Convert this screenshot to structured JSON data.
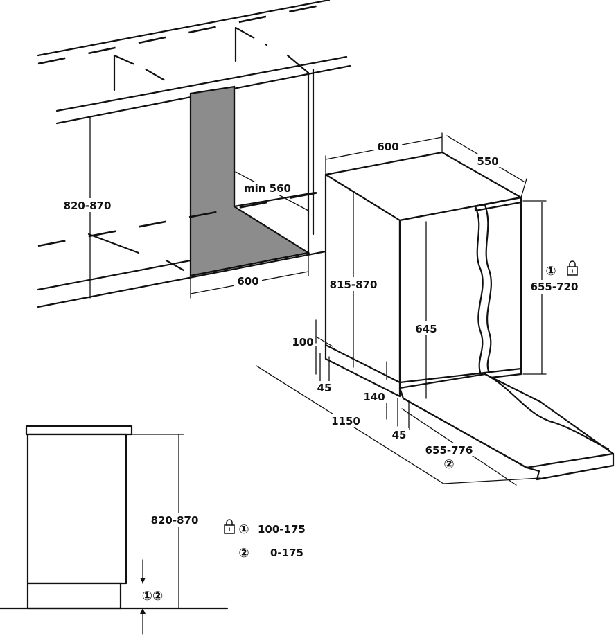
{
  "niche": {
    "height_label": "820-870",
    "width_label": "600",
    "min_width_label": "min 560"
  },
  "appliance": {
    "width_label": "600",
    "depth_label": "550",
    "height_label": "815-870",
    "door_height_label": "645",
    "door_panel_label": "655-720",
    "door_panel_marker": "①",
    "plinth_height_label": "100",
    "plinth_setback_label": "45",
    "toe_label": "140",
    "toe_setback_label": "45",
    "total_depth_label": "1150",
    "open_door_label": "655-776",
    "open_door_marker": "②"
  },
  "side_view": {
    "height_label": "820-870",
    "adjust_markers": "①②",
    "legend": [
      {
        "marker": "①",
        "value": "100-175"
      },
      {
        "marker": "②",
        "value": "0-175"
      }
    ]
  },
  "colors": {
    "line": "#111111",
    "niche_fill": "#8c8c8c",
    "background": "#ffffff"
  }
}
